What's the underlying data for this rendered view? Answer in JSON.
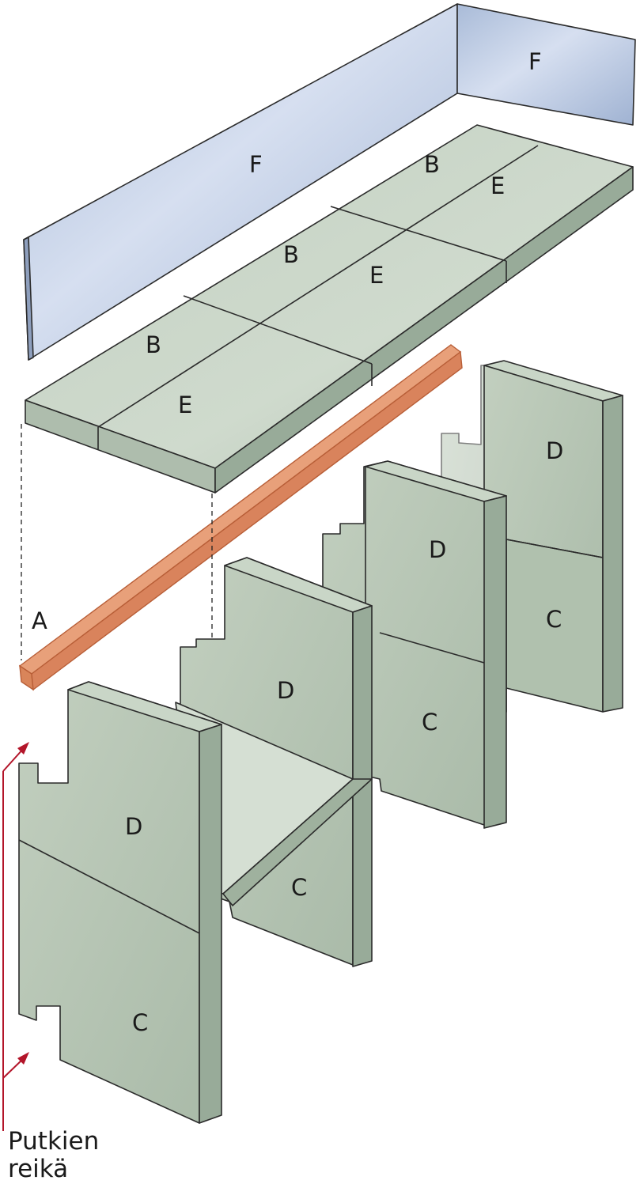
{
  "parts": {
    "A": "A",
    "B": "B",
    "C": "C",
    "D": "D",
    "E": "E",
    "F": "F"
  },
  "callout": {
    "line1": "Putkien",
    "line2": "reikä"
  },
  "colors": {
    "block_face": "#b9c8b8",
    "block_top": "#c9d6c7",
    "block_side": "#98ab99",
    "panel_face": "#b7c6de",
    "panel_edge": "#8e9fbd",
    "batten": "#e8a07a",
    "batten_edge": "#b85e37",
    "arrow": "#b3152a"
  }
}
